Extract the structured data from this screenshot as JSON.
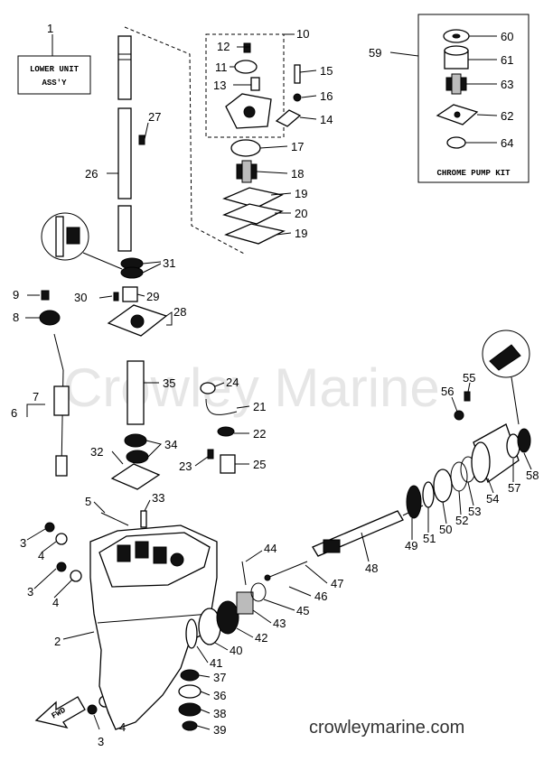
{
  "watermark": "Crowley Marine",
  "footer": "crowleymarine.com",
  "lower_unit_box": {
    "line1": "LOWER UNIT",
    "line2": "ASS'Y"
  },
  "chrome_kit_label": "CHROME PUMP KIT",
  "fwd_label": "FWD",
  "callouts": {
    "c1": "1",
    "c2": "2",
    "c3a": "3",
    "c3b": "3",
    "c3c": "3",
    "c4a": "4",
    "c4b": "4",
    "c4c": "4",
    "c5": "5",
    "c6": "6",
    "c7": "7",
    "c8": "8",
    "c9": "9",
    "c10": "10",
    "c11": "11",
    "c12": "12",
    "c13": "13",
    "c14": "14",
    "c15": "15",
    "c16": "16",
    "c17": "17",
    "c18": "18",
    "c19a": "19",
    "c19b": "19",
    "c20": "20",
    "c21": "21",
    "c22": "22",
    "c23": "23",
    "c24": "24",
    "c25": "25",
    "c26": "26",
    "c27": "27",
    "c28": "28",
    "c29": "29",
    "c30": "30",
    "c31": "31",
    "c32": "32",
    "c33": "33",
    "c34": "34",
    "c35": "35",
    "c36": "36",
    "c37": "37",
    "c38": "38",
    "c39": "39",
    "c40": "40",
    "c41": "41",
    "c42": "42",
    "c43": "43",
    "c44": "44",
    "c45": "45",
    "c46": "46",
    "c47": "47",
    "c48": "48",
    "c49": "49",
    "c50": "50",
    "c51": "51",
    "c52": "52",
    "c53": "53",
    "c54": "54",
    "c55": "55",
    "c56": "56",
    "c57": "57",
    "c58": "58",
    "c59": "59",
    "c60": "60",
    "c61": "61",
    "c62": "62",
    "c63": "63",
    "c64": "64"
  }
}
